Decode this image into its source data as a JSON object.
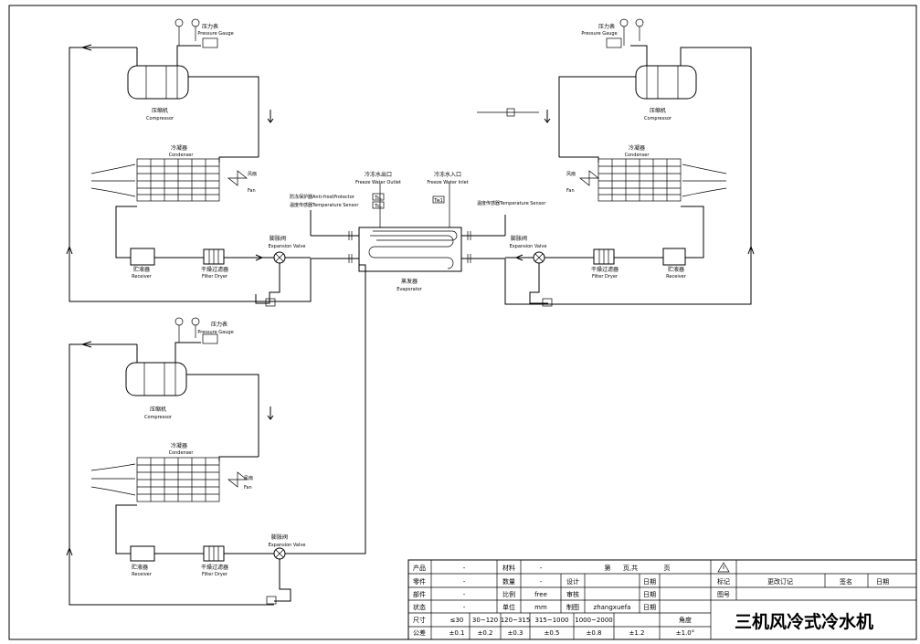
{
  "units": {
    "top_left": {
      "pressure_gauge": {
        "cn": "压力表",
        "en": "Pressure Gauge"
      },
      "compressor": {
        "cn": "压缩机",
        "en": "Compressor"
      },
      "condenser": {
        "cn": "冷凝器",
        "en": "Condenser"
      },
      "fan": {
        "cn": "风扇",
        "en": "Fan"
      },
      "receiver": {
        "cn": "贮液器",
        "en": "Receiver"
      },
      "filter_dryer": {
        "cn": "干燥过滤器",
        "en": "Filter Dryer"
      },
      "expansion_valve": {
        "cn": "膨胀阀",
        "en": "Expansion Valve"
      }
    },
    "top_right": {
      "pressure_gauge": {
        "cn": "压力表",
        "en": "Pressure Gauge"
      },
      "compressor": {
        "cn": "压缩机",
        "en": "Compressor"
      },
      "condenser": {
        "cn": "冷凝器",
        "en": "Condenser"
      },
      "fan": {
        "cn": "风扇",
        "en": "Fan"
      },
      "receiver": {
        "cn": "贮液器",
        "en": "Receiver"
      },
      "filter_dryer": {
        "cn": "干燥过滤器",
        "en": "Filter Dryer"
      },
      "expansion_valve": {
        "cn": "膨胀阀",
        "en": "Expansion Valve"
      }
    },
    "bottom_left": {
      "pressure_gauge": {
        "cn": "压力表",
        "en": "Pressure Gauge"
      },
      "compressor": {
        "cn": "压缩机",
        "en": "Compressor"
      },
      "condenser": {
        "cn": "冷凝器",
        "en": "Condenser"
      },
      "fan": {
        "cn": "风扇",
        "en": "Fan"
      },
      "receiver": {
        "cn": "贮液器",
        "en": "Receiver"
      },
      "filter_dryer": {
        "cn": "干燥过滤器",
        "en": "Filter Dryer"
      },
      "expansion_valve": {
        "cn": "膨胀阀",
        "en": "Expansion Valve"
      }
    }
  },
  "evaporator": {
    "cn": "蒸发器",
    "en": "Evaporator",
    "water_outlet_cn": "冷冻水出口",
    "water_outlet_en": "Freeze Water Outlet",
    "water_inlet_cn": "冷冻水入口",
    "water_inlet_en": "Freeze Water Inlet",
    "anti_frost": "防冻保护器Anti-frostProtector",
    "temp_sensor_left": "温度传感器Temperature Sensor",
    "temp_sensor_right": "温度传感器Temperature Sensor",
    "tag1": "TsL",
    "tag2": "TsL",
    "tag3": "Tw1"
  },
  "title_block": {
    "rows": [
      [
        "产品",
        "-",
        "材料",
        "-",
        "第",
        "页,共",
        "页"
      ],
      [
        "零件",
        "-",
        "数量",
        "-",
        "设计",
        "",
        "日期"
      ],
      [
        "部件",
        "-",
        "比例",
        "free",
        "审核",
        "",
        "日期"
      ],
      [
        "状态",
        "-",
        "单位",
        "mm",
        "制图",
        "zhangxuefa",
        "日期"
      ]
    ],
    "tol_row1": [
      "尺寸",
      "≤30",
      "30~120",
      "120~315",
      "315~1000",
      "1000~2000",
      "",
      "角度"
    ],
    "tol_row2": [
      "公差",
      "±0.1",
      "±0.2",
      "±0.3",
      "±0.5",
      "±0.8",
      "±1.2",
      "±1.0°"
    ],
    "rev": {
      "mark": "标记",
      "change": "更改订记",
      "sign": "签名",
      "date": "日期",
      "doc": "图号"
    },
    "warning_icon": "warning-triangle-icon",
    "title": "三机风冷式冷水机"
  }
}
